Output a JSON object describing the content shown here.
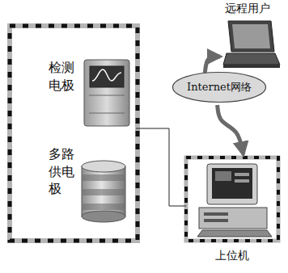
{
  "diagram": {
    "nodes": [
      {
        "text": [
          "检测电极"
        ]
      },
      {
        "text": [
          "多路供电极"
        ]
      },
      {
        "text": [
          "Internet网络"
        ]
      },
      {
        "text": [
          "远程用户"
        ]
      },
      {
        "text": [
          "上位机"
        ]
      }
    ],
    "edges": [
      {
        "from": 0,
        "to": 4,
        "arrow": "none"
      },
      {
        "from": 2,
        "to": 3,
        "arrow": "to"
      },
      {
        "from": 2,
        "to": 4,
        "arrow": "to"
      }
    ]
  }
}
